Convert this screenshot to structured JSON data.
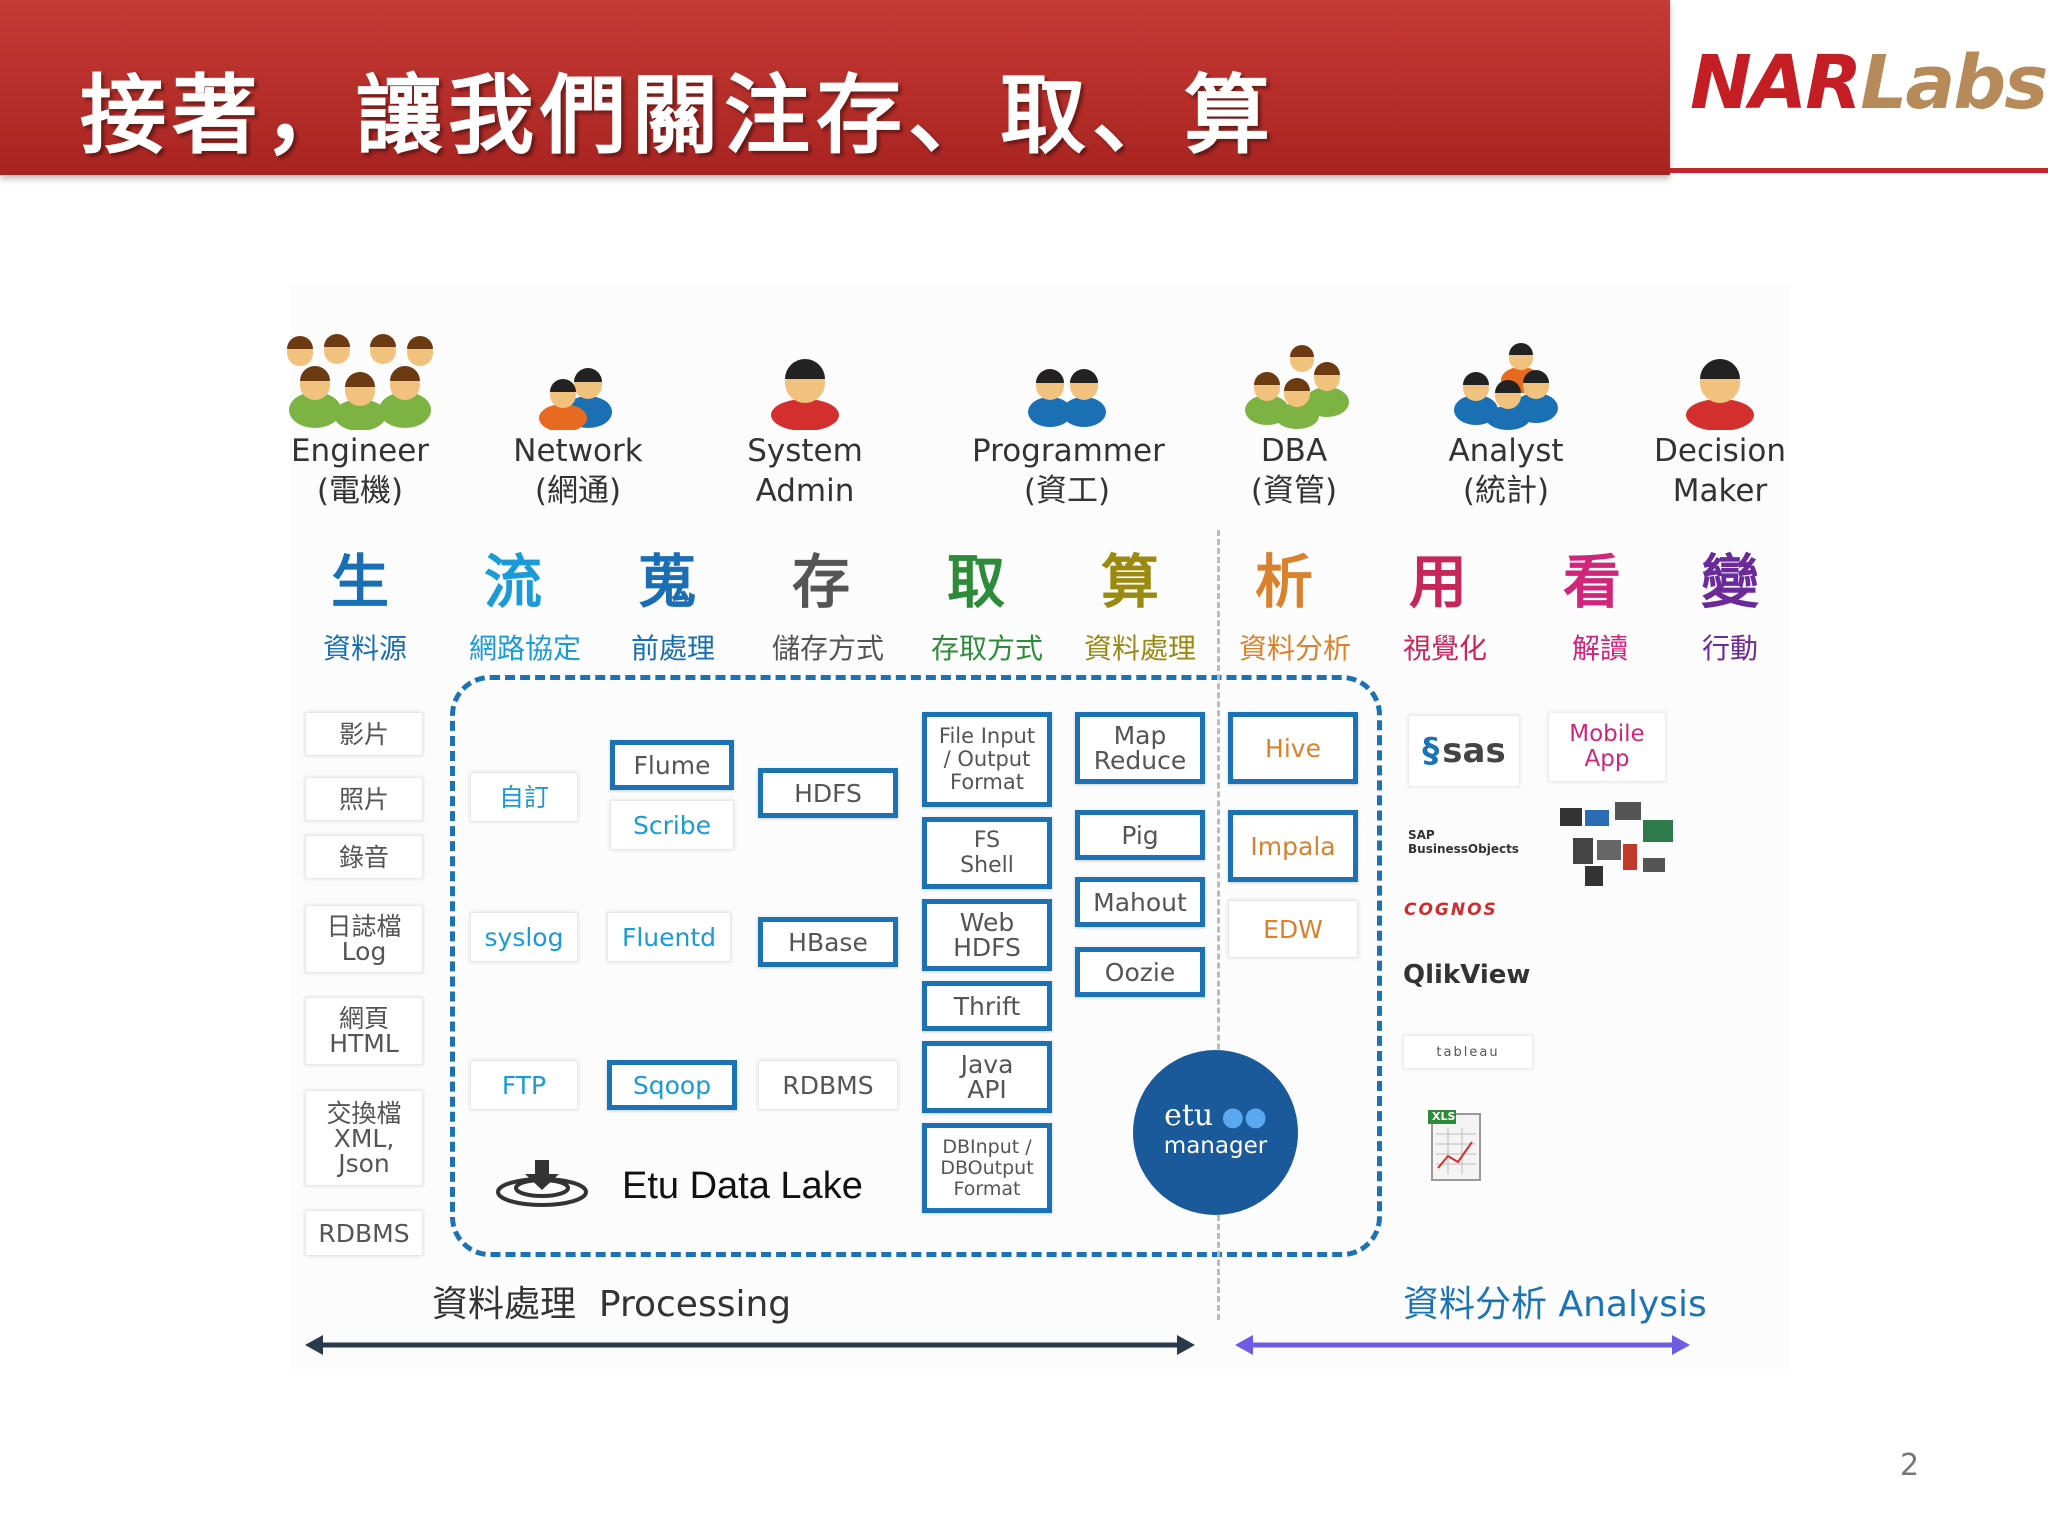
{
  "header": {
    "title": "接著，讓我們關注存、取、算",
    "logo_part1": "NAR",
    "logo_part2": "Labs"
  },
  "colors": {
    "brand_red": "#c0262b",
    "accent_blue": "#1b73b5",
    "analysis_purple": "#6e5ce3",
    "processing_navy": "#2a3a4a"
  },
  "roles": [
    {
      "line1": "Engineer",
      "line2": "(電機)",
      "icon": "people-group-icon"
    },
    {
      "line1": "Network",
      "line2": "(網通)",
      "icon": "people-pair-icon"
    },
    {
      "line1": "System",
      "line2": "Admin",
      "icon": "person-icon"
    },
    {
      "line1": "Programmer",
      "line2": "(資工)",
      "icon": "people-pair-icon"
    },
    {
      "line1": "DBA",
      "line2": "(資管)",
      "icon": "people-trio-icon"
    },
    {
      "line1": "Analyst",
      "line2": "(統計)",
      "icon": "people-trio-icon"
    },
    {
      "line1": "Decision",
      "line2": "Maker",
      "icon": "person-icon"
    }
  ],
  "stages": [
    {
      "char": "生",
      "sub": "資料源",
      "color": "#1a6fb4"
    },
    {
      "char": "流",
      "sub": "網路協定",
      "color": "#1a9ad6"
    },
    {
      "char": "蒐",
      "sub": "前處理",
      "color": "#1a6fb4"
    },
    {
      "char": "存",
      "sub": "儲存方式",
      "color": "#555555"
    },
    {
      "char": "取",
      "sub": "存取方式",
      "color": "#2e8b3a"
    },
    {
      "char": "算",
      "sub": "資料處理",
      "color": "#9a8a10"
    },
    {
      "char": "析",
      "sub": "資料分析",
      "color": "#d9822b"
    },
    {
      "char": "用",
      "sub": "視覺化",
      "color": "#c8265a"
    },
    {
      "char": "看",
      "sub": "解讀",
      "color": "#d0257a"
    },
    {
      "char": "變",
      "sub": "行動",
      "color": "#6a2a9a"
    }
  ],
  "sources": [
    "影片",
    "照片",
    "錄音",
    "日誌檔\nLog",
    "網頁\nHTML",
    "交換檔\nXML,\nJson",
    "RDBMS"
  ],
  "network": [
    "自訂",
    "syslog",
    "FTP"
  ],
  "collect": [
    "Flume",
    "Scribe",
    "Fluentd",
    "Sqoop"
  ],
  "storage": [
    "HDFS",
    "HBase",
    "RDBMS"
  ],
  "access": [
    "File Input\n/ Output\nFormat",
    "FS\nShell",
    "Web\nHDFS",
    "Thrift",
    "Java\nAPI",
    "DBInput /\nDBOutput\nFormat"
  ],
  "compute": [
    "Map\nReduce",
    "Pig",
    "Mahout",
    "Oozie"
  ],
  "analysis": [
    "Hive",
    "Impala",
    "EDW"
  ],
  "visual_tools": [
    "sas",
    "SAP BusinessObjects",
    "COGNOS",
    "QlikView",
    "tableau",
    "XLS"
  ],
  "mobile": "Mobile\nApp",
  "etu_manager": {
    "line1": "etu",
    "line2": "manager"
  },
  "lake_label": "Etu Data Lake",
  "processing_label": "資料處理  Processing",
  "analysis_label": "資料分析 Analysis",
  "slide_number": "2"
}
